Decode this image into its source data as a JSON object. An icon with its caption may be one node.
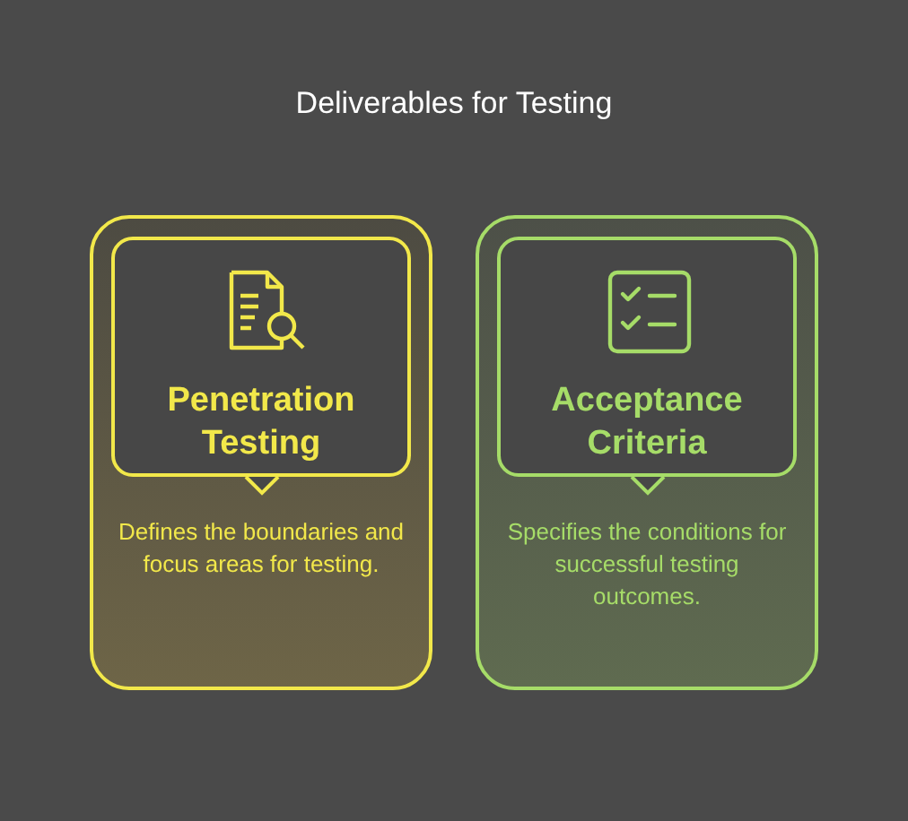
{
  "diagram": {
    "title": "Deliverables for Testing",
    "nodes": [
      {
        "text": [
          "Defines the boundaries and focus areas for testing."
        ]
      },
      {
        "text": [
          "Penetration Testing"
        ],
        "in": 0
      },
      {
        "text": [
          "Specifies the conditions for successful testing outcomes."
        ]
      },
      {
        "text": [
          "Acceptance Criteria"
        ],
        "in": 2
      }
    ],
    "edges": []
  }
}
